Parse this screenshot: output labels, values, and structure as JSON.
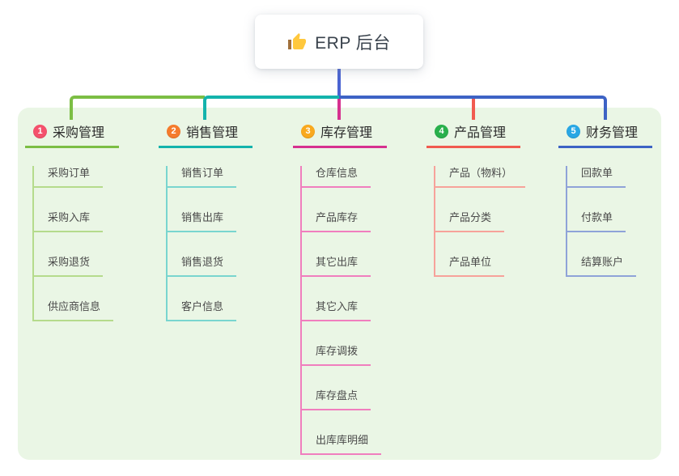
{
  "root": {
    "icon": "thumbs-up",
    "title": "ERP 后台"
  },
  "colors": {
    "canvas": "#EAF6E5",
    "stem": "#4A64D2",
    "root_text": "#39424C",
    "heading_text": "#2B2B2B",
    "child_text": "#4A4A4A"
  },
  "branches": [
    {
      "index": "1",
      "label": "采购管理",
      "badge_color": "#F4516C",
      "line_color": "#7CBE44",
      "child_line_color": "#B5DB8C",
      "children": [
        "采购订单",
        "采购入库",
        "采购退货",
        "供应商信息"
      ]
    },
    {
      "index": "2",
      "label": "销售管理",
      "badge_color": "#F57B2C",
      "line_color": "#14B3AC",
      "child_line_color": "#79D5CF",
      "children": [
        "销售订单",
        "销售出库",
        "销售退货",
        "客户信息"
      ]
    },
    {
      "index": "3",
      "label": "库存管理",
      "badge_color": "#F9A91E",
      "line_color": "#D6318F",
      "child_line_color": "#F07EBE",
      "children": [
        "仓库信息",
        "产品库存",
        "其它出库",
        "其它入库",
        "库存调拨",
        "库存盘点",
        "出库库明细"
      ]
    },
    {
      "index": "4",
      "label": "产品管理",
      "badge_color": "#29B04C",
      "line_color": "#F15B50",
      "child_line_color": "#F7A29A",
      "children": [
        "产品（物料）",
        "产品分类",
        "产品单位"
      ]
    },
    {
      "index": "5",
      "label": "财务管理",
      "badge_color": "#29A7E4",
      "line_color": "#3D63C5",
      "child_line_color": "#8FA3D8",
      "children": [
        "回款单",
        "付款单",
        "结算账户"
      ]
    }
  ]
}
